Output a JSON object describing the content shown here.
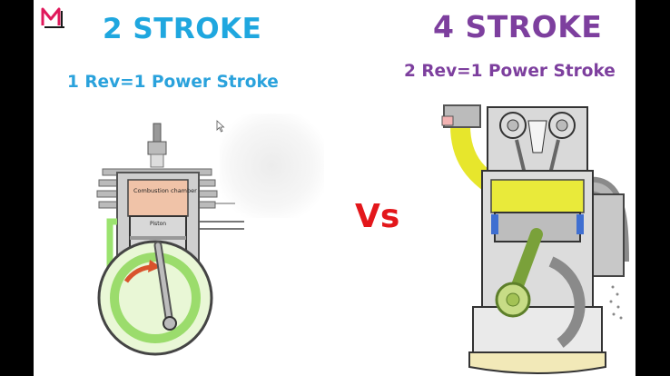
{
  "logo": {
    "letter": "M",
    "icon": "mc-logo-icon"
  },
  "left": {
    "title": "2 STROKE",
    "subtitle": "1 Rev=1 Power Stroke",
    "labels": {
      "chamber": "Combustion chamber",
      "piston": "Piston"
    }
  },
  "center": {
    "vs": "Vs"
  },
  "right": {
    "title": "4 STROKE",
    "subtitle": "2 Rev=1 Power Stroke"
  },
  "colors": {
    "two_stroke": "#1fa7df",
    "four_stroke": "#7d3f9e",
    "vs": "#e3171b"
  }
}
